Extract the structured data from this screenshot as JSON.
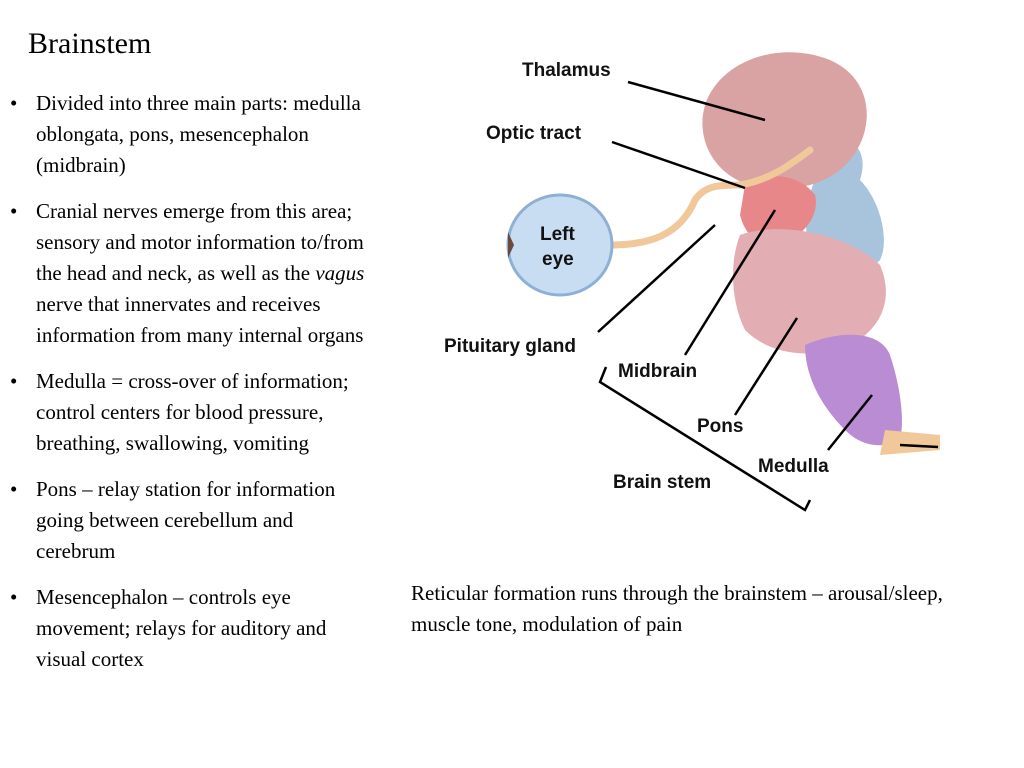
{
  "title": "Brainstem",
  "bullets": [
    {
      "parts": [
        "Divided into three main parts: medulla oblongata, pons, mesencephalon (midbrain)"
      ]
    },
    {
      "parts": [
        "Cranial nerves emerge from this area; sensory and motor information to/from the head and neck, as well as the ",
        "vagus",
        " nerve that innervates and receives information from many internal organs"
      ]
    },
    {
      "parts": [
        "Medulla = cross-over of information; control centers for blood pressure, breathing, swallowing, vomiting"
      ]
    },
    {
      "parts": [
        "Pons – relay station for information going between cerebellum and cerebrum"
      ]
    },
    {
      "parts": [
        "Mesencephalon – controls eye movement; relays for auditory and visual cortex"
      ]
    }
  ],
  "bullet_symbol": "•",
  "caption": "Reticular formation runs through the brainstem – arousal/sleep, muscle tone, modulation of pain",
  "diagram": {
    "labels": {
      "thalamus": "Thalamus",
      "optic_tract": "Optic tract",
      "left_eye_line1": "Left",
      "left_eye_line2": "eye",
      "pituitary": "Pituitary gland",
      "midbrain": "Midbrain",
      "pons": "Pons",
      "medulla": "Medulla",
      "brain_stem": "Brain stem"
    },
    "colors": {
      "thalamus": "#d9a3a3",
      "optic_tract": "#f0c89a",
      "eye": "#c9ddf2",
      "midbrain": "#e8878a",
      "pons": "#e2aeb3",
      "medulla": "#b98cd4",
      "blue_structure": "#a8c4dc"
    }
  }
}
